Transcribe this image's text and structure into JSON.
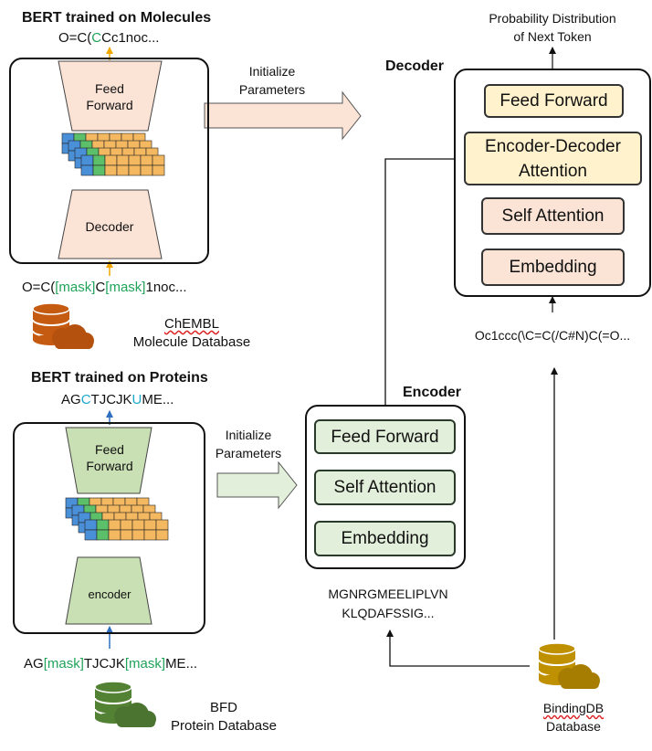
{
  "molecule_bert": {
    "title": "BERT trained on Molecules",
    "output_seq": {
      "a": "O=C(",
      "b": "C",
      "c": "Cc1noc..."
    },
    "feed_forward": "Feed\nForward",
    "decoder": "Decoder",
    "input_seq": {
      "a": "O=C(",
      "m1": "[mask]",
      "b": "C",
      "m2": "[mask]",
      "c": "1noc..."
    },
    "db_name": "ChEMBL",
    "db_desc": "Molecule Database"
  },
  "protein_bert": {
    "title": "BERT trained on Proteins",
    "output_seq": {
      "a": "AG",
      "b": "C",
      "c": "TJCJK",
      "d": "U",
      "e": "ME..."
    },
    "feed_forward": "Feed\nForward",
    "encoder": "encoder",
    "input_seq": {
      "a": "AG",
      "m1": "[mask]",
      "b": "TJCJK",
      "m2": "[mask]",
      "c": "ME..."
    },
    "db_name": "BFD",
    "db_desc": "Protein Database"
  },
  "init_top": "Initialize\nParameters",
  "init_bottom": "Initialize\nParameters",
  "decoder": {
    "title": "Decoder",
    "output": "Probability Distribution\nof Next Token",
    "feed_forward": "Feed Forward",
    "enc_dec_attention": "Encoder-Decoder\nAttention",
    "self_attention": "Self Attention",
    "embedding": "Embedding",
    "input_seq": "Oc1ccc(\\C=C(/C#N)C(=O..."
  },
  "encoder": {
    "title": "Encoder",
    "feed_forward": "Feed Forward",
    "self_attention": "Self Attention",
    "embedding": "Embedding",
    "input_seq": "MGNRGMEELIPLVN\nKLQDAFSSIG..."
  },
  "bindingdb": {
    "name": "BindingDB",
    "desc": "Database"
  },
  "colors": {
    "chembl_db": "#c55a11",
    "bfd_db": "#548235",
    "bindingdb_db": "#bf9000",
    "mask_green": "#21a35a",
    "orange_fill": "#fbe3d6",
    "yellow_fill": "#fff2cc",
    "green_fill": "#e2efda"
  }
}
